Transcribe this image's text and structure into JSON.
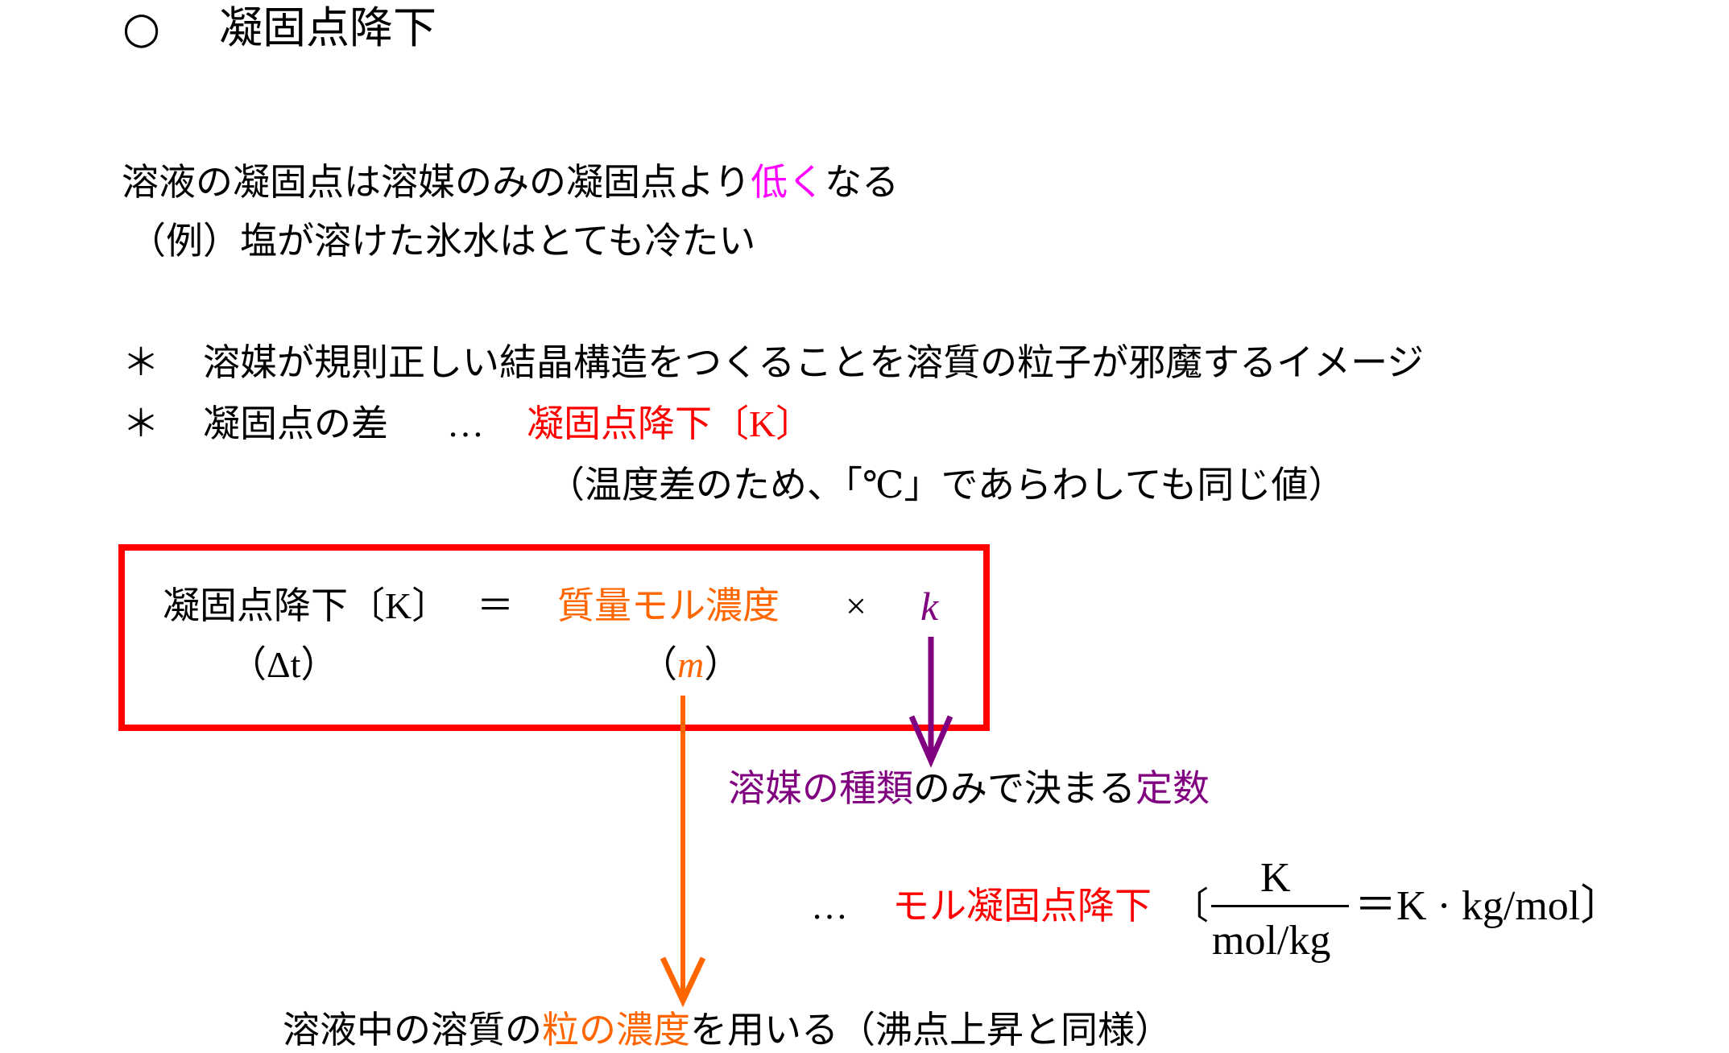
{
  "title": {
    "bullet": "○",
    "text": "凝固点降下"
  },
  "intro": {
    "line1_a": "溶液の凝固点は溶媒のみの凝固点より",
    "line1_highlight": "低く",
    "line1_b": "なる",
    "example": "（例）塩が溶けた氷水はとても冷たい"
  },
  "notes": [
    {
      "mark": "＊",
      "text": "溶媒が規則正しい結晶構造をつくることを溶質の粒子が邪魔するイメージ"
    },
    {
      "mark": "＊",
      "text": "凝固点の差",
      "ellipsis": "…",
      "highlight": "凝固点降下〔K〕"
    }
  ],
  "note_sub": "（温度差のため、「℃」であらわしても同じ値）",
  "formula": {
    "lhs": "凝固点降下〔K〕",
    "equals": "＝",
    "term1": "質量モル濃度",
    "times": "×",
    "term2": "k",
    "lhs_symbol": "（Δt）",
    "term1_symbol_open": "（",
    "term1_symbol": "m",
    "term1_symbol_close": "）"
  },
  "k_explanation": {
    "a": "溶媒の種類",
    "b": "のみで決まる",
    "c": "定数"
  },
  "molar": {
    "ellipsis": "…",
    "label": "モル凝固点降下",
    "bracket_open": "〔",
    "numerator": "K",
    "denominator": "mol/kg",
    "rest": "＝K · kg/mol〕"
  },
  "m_explanation": {
    "a": "溶液中の溶質の",
    "b": "粒の濃度",
    "c": "を用いる（沸点上昇と同様）"
  },
  "colors": {
    "magenta": "#ff00ff",
    "red": "#ff0000",
    "orange": "#ff6600",
    "purple": "#800080"
  }
}
